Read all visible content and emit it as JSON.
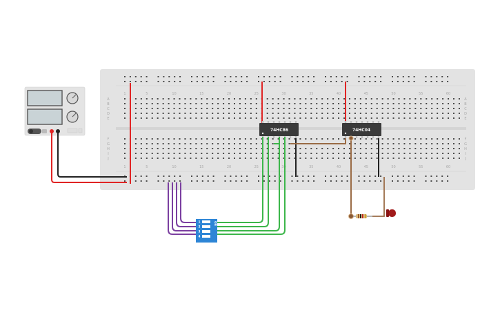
{
  "breadboard": {
    "top_row_letters": [
      "A",
      "B",
      "C",
      "D",
      "E"
    ],
    "bottom_row_letters": [
      "F",
      "G",
      "H",
      "I",
      "J"
    ],
    "column_numbers": [
      "1",
      "5",
      "10",
      "15",
      "20",
      "25",
      "30",
      "35",
      "40",
      "45",
      "50",
      "55",
      "60"
    ]
  },
  "chips": [
    {
      "label": "74HC86"
    },
    {
      "label": "74HC04"
    }
  ],
  "dip_switch": {
    "on_label": "ON",
    "switch_numbers": [
      "1",
      "2",
      "3",
      "4"
    ]
  },
  "colors": {
    "board": "#e3e3e3",
    "chip": "#3a3a3a",
    "wire_red": "#e02424",
    "wire_black": "#222222",
    "wire_green": "#3cb64a",
    "wire_purple": "#7b3fa0",
    "wire_brown": "#9a6b45",
    "dip_blue": "#2d85d6",
    "led_red": "#a11a1a"
  }
}
